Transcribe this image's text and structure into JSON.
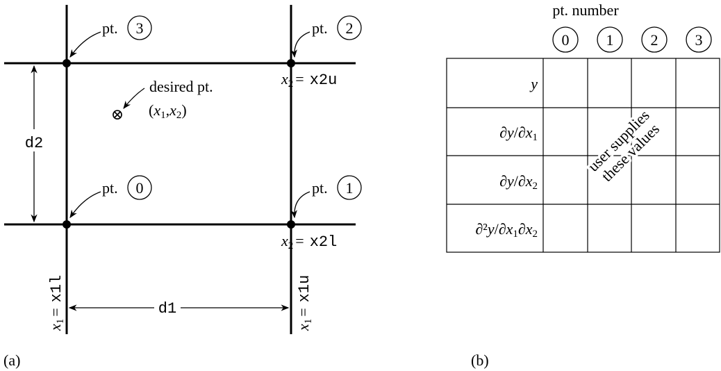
{
  "panel_a": {
    "label": "(a)",
    "points": [
      {
        "prefix": "pt.",
        "number": "0"
      },
      {
        "prefix": "pt.",
        "number": "1"
      },
      {
        "prefix": "pt.",
        "number": "2"
      },
      {
        "prefix": "pt.",
        "number": "3"
      }
    ],
    "desired_label": "desired pt.",
    "desired_coords": {
      "open": "(",
      "x1": "x",
      "s1": "1",
      "comma": ",",
      "x2": "x",
      "s2": "2",
      "close": ")"
    },
    "desired_marker": "⊗",
    "x2_upper": {
      "var": "x",
      "sub": "2",
      "eq": "=",
      "value": "x2u"
    },
    "x2_lower": {
      "var": "x",
      "sub": "2",
      "eq": "=",
      "value": "x2l"
    },
    "x1_lower": {
      "var": "x",
      "sub": "1",
      "eq": "=",
      "value": "x1l"
    },
    "x1_upper": {
      "var": "x",
      "sub": "1",
      "eq": "=",
      "value": "x1u"
    },
    "d1": "d1",
    "d2": "d2"
  },
  "panel_b": {
    "label": "(b)",
    "header": "pt. number",
    "columns": [
      "0",
      "1",
      "2",
      "3"
    ],
    "rows": [
      {
        "a": "",
        "b": "y",
        "c": "",
        "d": "",
        "e": ""
      },
      {
        "a": "∂",
        "b": "y",
        "c": "/∂",
        "d": "x",
        "e": "1"
      },
      {
        "a": "∂",
        "b": "y",
        "c": "/∂",
        "d": "x",
        "e": "2"
      },
      {
        "a": "∂²",
        "b": "y",
        "c": "/∂",
        "d": "x",
        "e": "1",
        "f": "∂",
        "g": "x",
        "h": "2"
      }
    ],
    "annotation_line1": "user supplies",
    "annotation_line2": "these values"
  }
}
